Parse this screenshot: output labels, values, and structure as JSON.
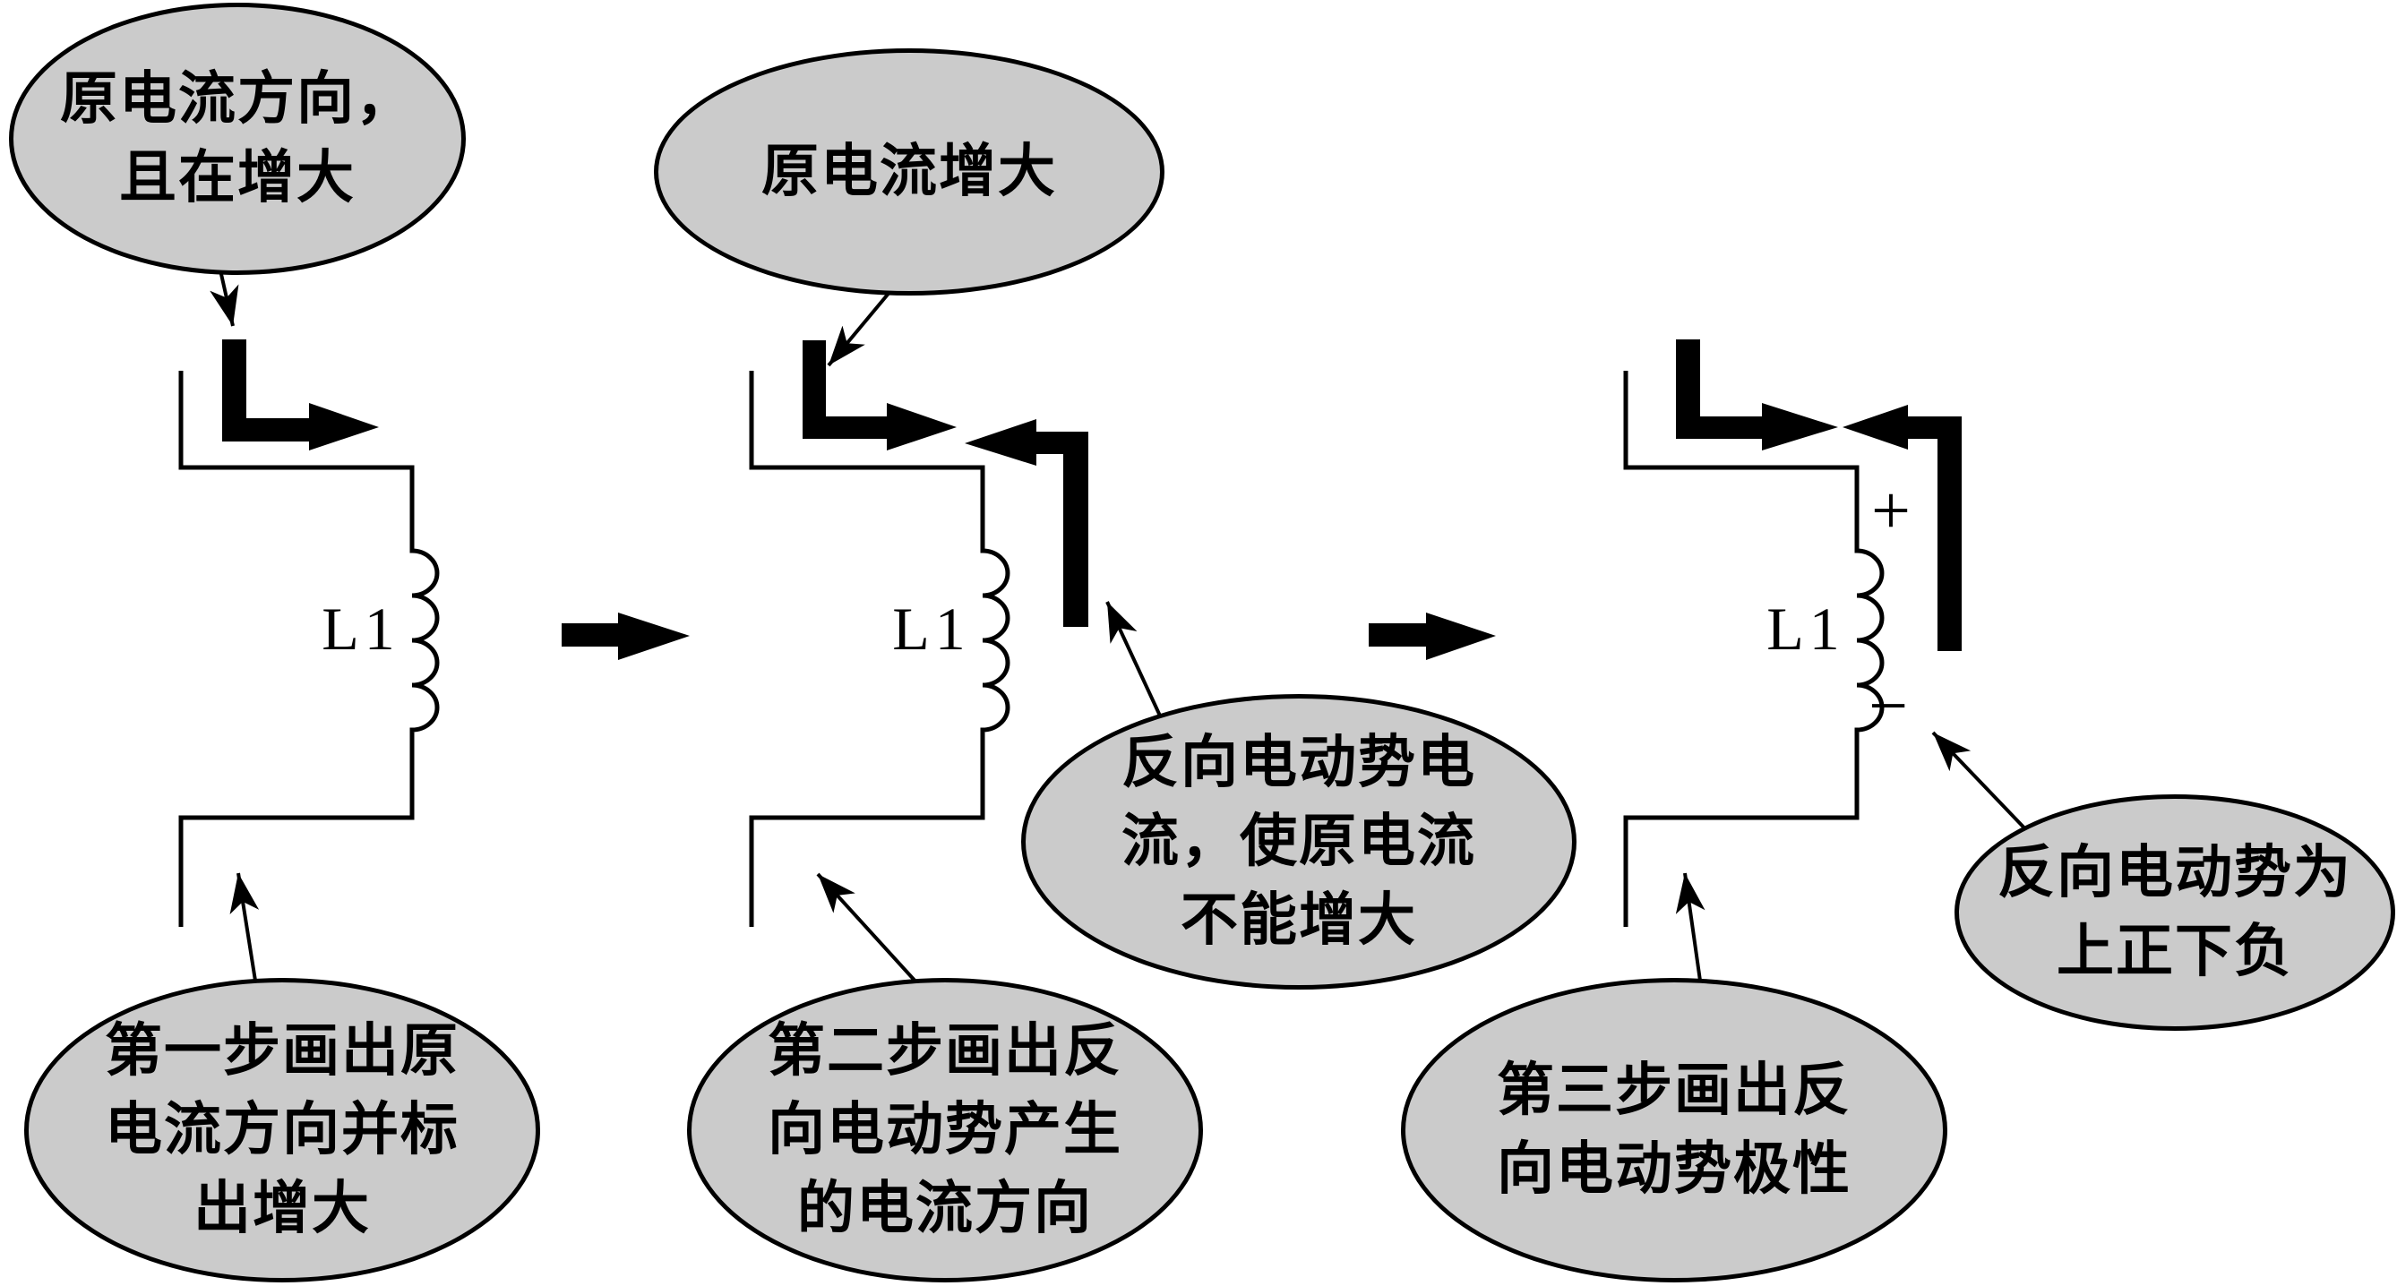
{
  "colors": {
    "background": "#ffffff",
    "callout_fill": "#cbcbcb",
    "ink": "#000000"
  },
  "callouts": [
    {
      "name": "callout-original-current-direction",
      "lines": [
        "原电流方向，",
        "且在增大"
      ]
    },
    {
      "name": "callout-original-current-increasing",
      "lines": [
        "原电流增大"
      ]
    },
    {
      "name": "callout-reverse-emf-current",
      "lines": [
        "反向电动势电",
        "流，使原电流",
        "不能增大"
      ]
    },
    {
      "name": "callout-step1",
      "lines": [
        "第一步画出原",
        "电流方向并标",
        "出增大"
      ]
    },
    {
      "name": "callout-step2",
      "lines": [
        "第二步画出反",
        "向电动势产生",
        "的电流方向"
      ]
    },
    {
      "name": "callout-step3",
      "lines": [
        "第三步画出反",
        "向电动势极性"
      ]
    },
    {
      "name": "callout-emf-polarity",
      "lines": [
        "反向电动势为",
        "上正下负"
      ]
    }
  ],
  "labels": {
    "inductor": "L1",
    "plus": "+",
    "minus": "−"
  }
}
